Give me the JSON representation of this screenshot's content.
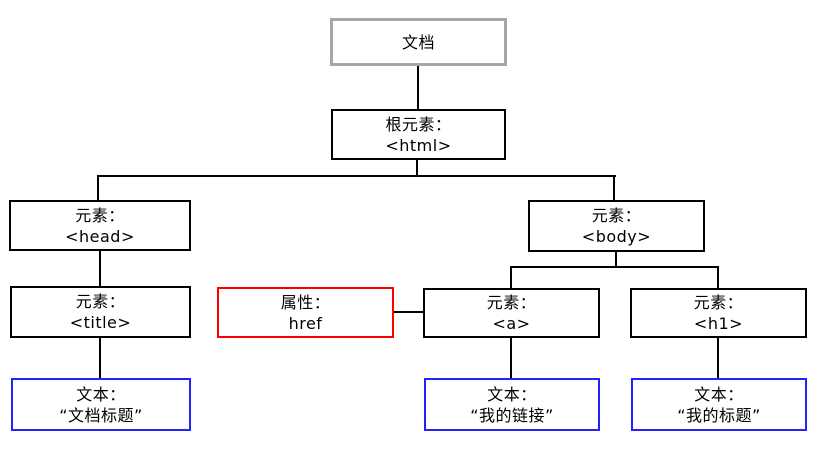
{
  "diagram": {
    "nodes": {
      "document": {
        "type": "document",
        "line1": "文档",
        "line2": ""
      },
      "root_html": {
        "type": "element",
        "line1": "根元素：",
        "line2": "<html>"
      },
      "element_head": {
        "type": "element",
        "line1": "元素：",
        "line2": "<head>"
      },
      "element_body": {
        "type": "element",
        "line1": "元素：",
        "line2": "<body>"
      },
      "element_title": {
        "type": "element",
        "line1": "元素：",
        "line2": "<title>"
      },
      "attr_href": {
        "type": "attribute",
        "line1": "属性：",
        "line2": "href"
      },
      "element_a": {
        "type": "element",
        "line1": "元素：",
        "line2": "<a>"
      },
      "element_h1": {
        "type": "element",
        "line1": "元素：",
        "line2": "<h1>"
      },
      "text_doc_title": {
        "type": "text",
        "line1": "文本：",
        "line2": "“文档标题”"
      },
      "text_my_link": {
        "type": "text",
        "line1": "文本：",
        "line2": "“我的链接”"
      },
      "text_my_title": {
        "type": "text",
        "line1": "文本：",
        "line2": "“我的标题”"
      }
    },
    "edges": [
      "document→root_html",
      "root_html→element_head",
      "root_html→element_body",
      "element_head→element_title",
      "element_title→text_doc_title",
      "element_body→element_a",
      "element_body→element_h1",
      "attr_href—element_a",
      "element_a→text_my_link",
      "element_h1→text_my_title"
    ],
    "colors": {
      "background": "#ffffff",
      "document_border": "#a6a6a6",
      "element_border": "#000000",
      "attribute_border": "#ff0000",
      "text_border": "#2222ff",
      "connector": "#000000"
    }
  }
}
